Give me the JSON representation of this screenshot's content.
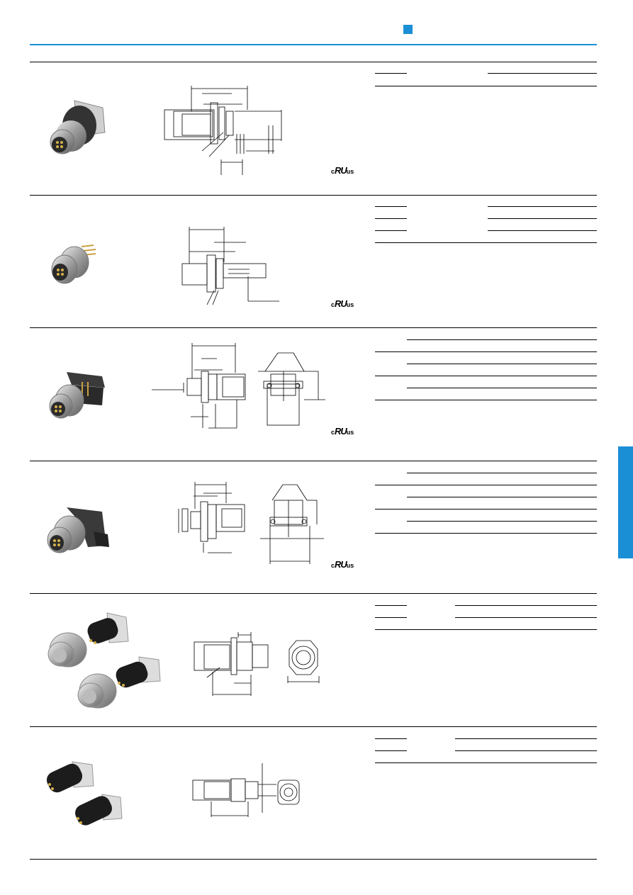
{
  "header": {
    "accent_color": "#1a8fd6",
    "tab_color": "#1a8fd6"
  },
  "sections": [
    {
      "id": "s1",
      "photo_icon": "metal-panel-connector-front",
      "cert": {
        "c": "c",
        "ul": "RU",
        "us": "us"
      }
    },
    {
      "id": "s2",
      "photo_icon": "metal-panel-connector-pins",
      "cert": {
        "c": "c",
        "ul": "RU",
        "us": "us"
      }
    },
    {
      "id": "s3",
      "photo_icon": "angled-pcb-connector",
      "cert": {
        "c": "c",
        "ul": "RU",
        "us": "us"
      }
    },
    {
      "id": "s4",
      "photo_icon": "angled-pcb-connector-alt",
      "cert": {
        "c": "c",
        "ul": "RU",
        "us": "us"
      }
    },
    {
      "id": "s5",
      "photo_icon": "connector-group",
      "cert": null
    },
    {
      "id": "s6",
      "photo_icon": "black-pcb-connectors",
      "cert": null
    }
  ]
}
